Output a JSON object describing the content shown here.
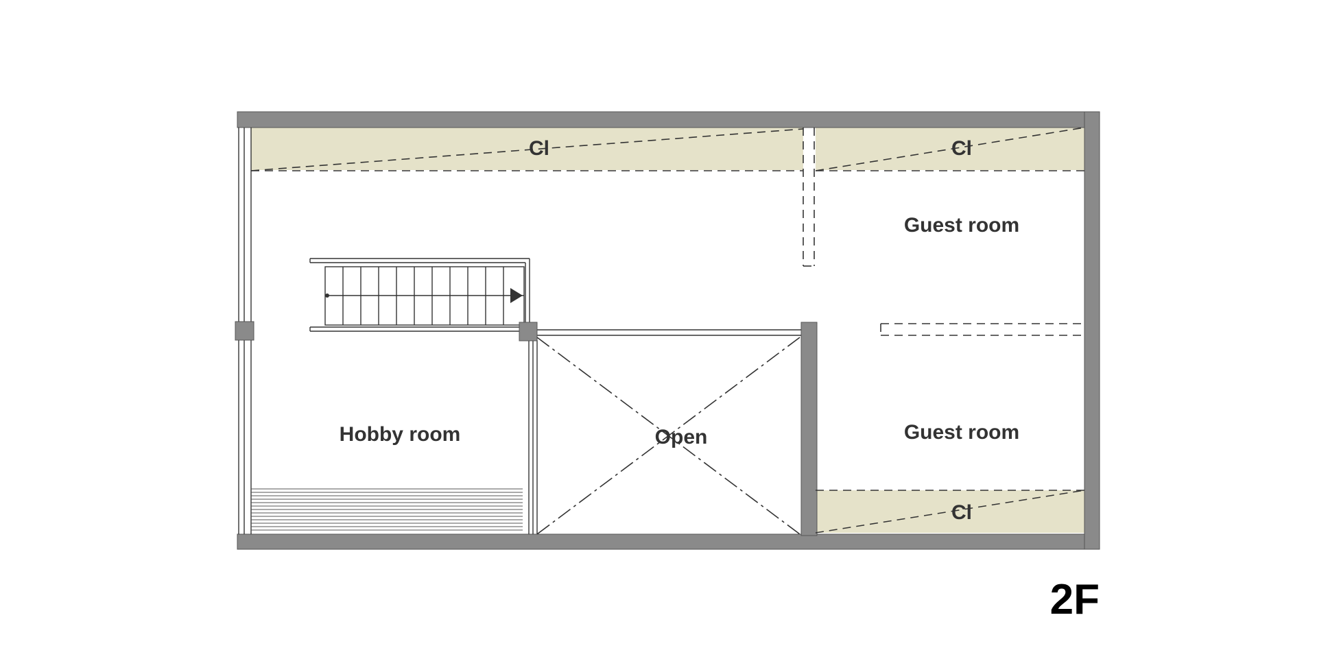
{
  "plan": {
    "floor_label": "2F",
    "rooms": {
      "hobby_room": "Hobby room",
      "open": "Open",
      "guest_room_north": "Guest room",
      "guest_room_south": "Guest room"
    },
    "closets": {
      "north_left": "Cl",
      "north_right": "Cl",
      "south_right": "Cl"
    }
  },
  "colors": {
    "wall": "#8a8a8a",
    "closet_fill": "#e5e2c9",
    "line": "#333333",
    "text": "#333333",
    "floor_label": "#000000"
  }
}
